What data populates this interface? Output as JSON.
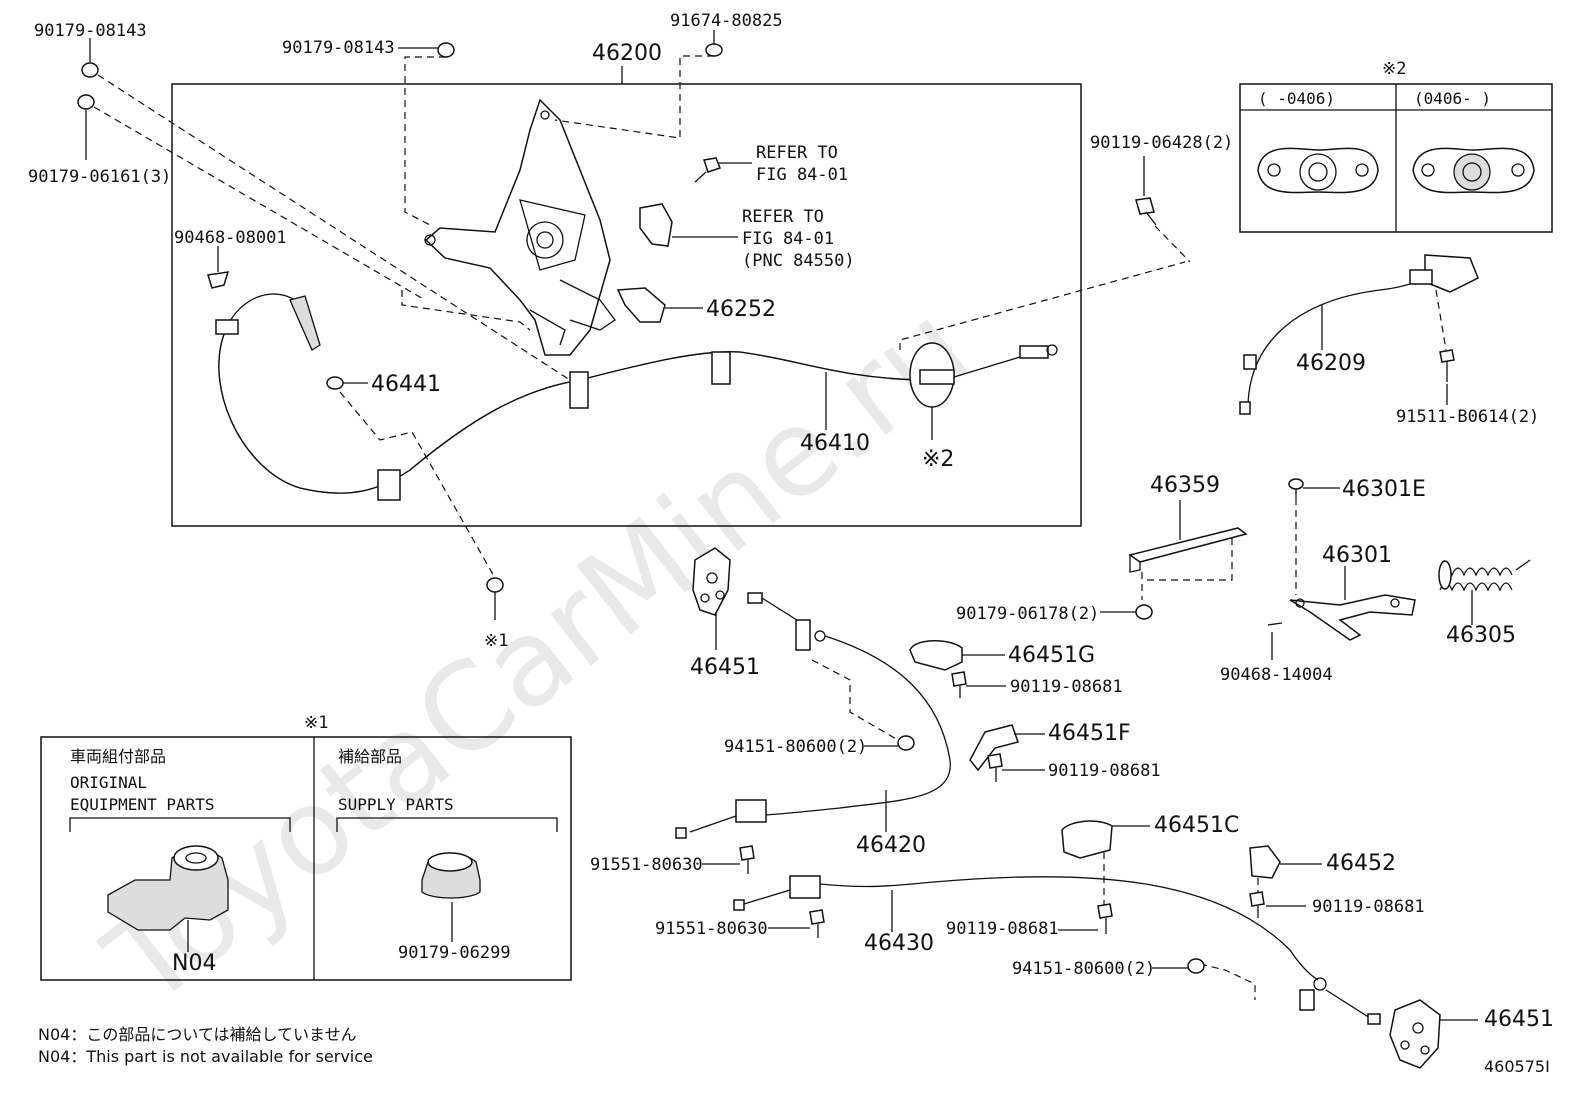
{
  "watermark": "ToyotaCarMine.ru",
  "labels": {
    "p90179_08143_a": "90179-08143",
    "p90179_08143_b": "90179-08143",
    "p91674_80825": "91674-80825",
    "p46200": "46200",
    "p90179_06161": "90179-06161(3)",
    "refer1_line1": "REFER TO",
    "refer1_line2": "FIG 84-01",
    "refer2_line1": "REFER TO",
    "refer2_line2": "FIG 84-01",
    "refer2_line3": "(PNC 84550)",
    "p90468_08001": "90468-08001",
    "p46252": "46252",
    "p46441": "46441",
    "p46410": "46410",
    "mark2_a": "※2",
    "mark1_a": "※1",
    "p90119_06428": "90119-06428(2)",
    "mark2_b": "※2",
    "inset_col1": "(      -0406)",
    "inset_col2": "(0406-      )",
    "p46209": "46209",
    "p91511_b0614": "91511-B0614(2)",
    "p46359": "46359",
    "p46301e": "46301E",
    "p46301": "46301",
    "p46305": "46305",
    "p90179_06178": "90179-06178(2)",
    "p90468_14004": "90468-14004",
    "p46451_a": "46451",
    "p46451g": "46451G",
    "p90119_08681_a": "90119-08681",
    "p46451f": "46451F",
    "p90119_08681_b": "90119-08681",
    "p94151_80600_a": "94151-80600(2)",
    "p46420": "46420",
    "p91551_80630_a": "91551-80630",
    "p46451c": "46451C",
    "p46452": "46452",
    "p90119_08681_c": "90119-08681",
    "p91551_80630_b": "91551-80630",
    "p46430": "46430",
    "p90119_08681_d": "90119-08681",
    "p94151_80600_b": "94151-80600(2)",
    "p46451_b": "46451",
    "mark1_b": "※1",
    "legend_left_jp": "車両組付部品",
    "legend_left_en1": "ORIGINAL",
    "legend_left_en2": "EQUIPMENT PARTS",
    "legend_right_jp": "補給部品",
    "legend_right_en": "SUPPLY PARTS",
    "n04": "N04",
    "p90179_06299": "90179-06299",
    "note_jp": "N04：この部品については補給していません",
    "note_en": "N04：This part is not available for service",
    "fig_id": "460575I"
  }
}
